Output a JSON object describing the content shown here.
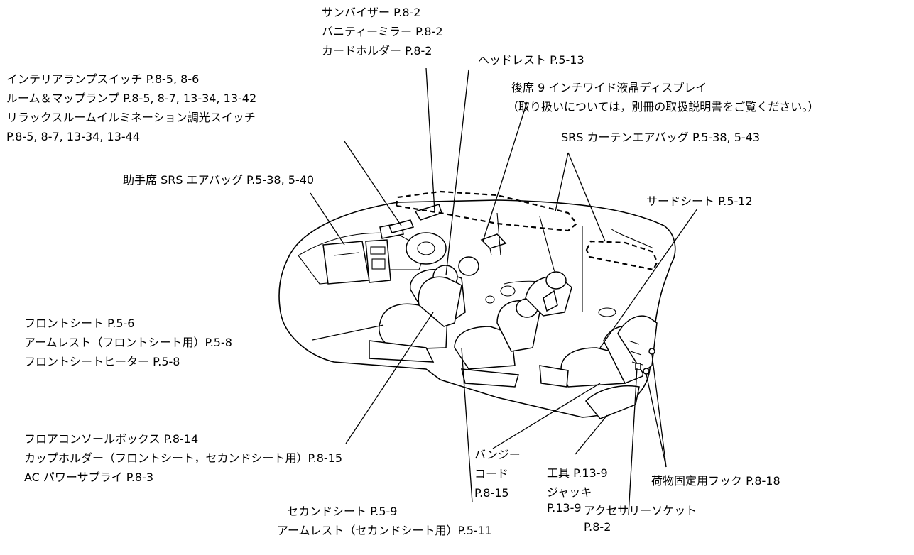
{
  "labels": {
    "sun_visor": [
      "サンバイザー P.8-2",
      "バニティーミラー P.8-2",
      "カードホルダー P.8-2"
    ],
    "headrest": [
      "ヘッドレスト P.5-13"
    ],
    "interior_lamp": [
      "インテリアランプスイッチ P.8-5, 8-6",
      "ルーム＆マップランプ P.8-5, 8-7, 13-34, 13-42",
      "リラックスルームイルミネーション調光スイッチ",
      "P.8-5, 8-7, 13-34, 13-44"
    ],
    "rear_display": [
      "後席 9 インチワイド液晶ディスプレイ",
      "（取り扱いについては，別冊の取扱説明書をご覧ください。）"
    ],
    "curtain_airbag": [
      "SRS カーテンエアバッグ P.5-38, 5-43"
    ],
    "passenger_airbag": [
      "助手席 SRS エアバッグ P.5-38, 5-40"
    ],
    "third_seat": [
      "サードシート P.5-12"
    ],
    "front_seat": [
      "フロントシート P.5-6",
      "アームレスト（フロントシート用）P.5-8",
      "フロントシートヒーター P.5-8"
    ],
    "floor_console": [
      "フロアコンソールボックス P.8-14",
      "カップホルダー（フロントシート，セカンドシート用）P.8-15",
      "AC パワーサプライ P.8-3"
    ],
    "bungee_cord": [
      "バンジー",
      "コード",
      "P.8-15"
    ],
    "tools": [
      "工具 P.13-9",
      "ジャッキ",
      "P.13-9"
    ],
    "cargo_hook": [
      "荷物固定用フック P.8-18"
    ],
    "second_seat": [
      "セカンドシート P.5-9",
      "アームレスト（セカンドシート用）P.5-11"
    ],
    "accessory_socket": [
      "アクセサリーソケット",
      "P.8-2"
    ]
  }
}
